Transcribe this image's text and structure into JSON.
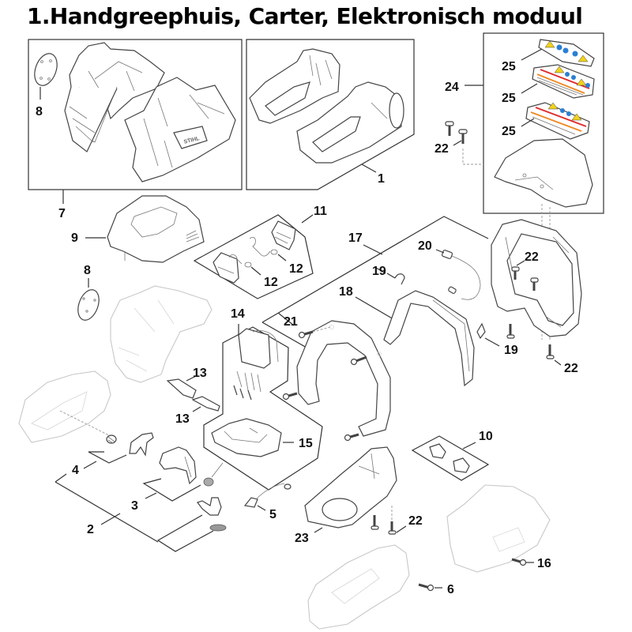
{
  "title": "1.Handgreephuis, Carter, Elektronisch moduul",
  "callouts": {
    "c1": "1",
    "c2": "2",
    "c3": "3",
    "c4": "4",
    "c5": "5",
    "c6": "6",
    "c7": "7",
    "c8a": "8",
    "c8b": "8",
    "c9": "9",
    "c10": "10",
    "c11": "11",
    "c12a": "12",
    "c12b": "12",
    "c13a": "13",
    "c13b": "13",
    "c14": "14",
    "c15": "15",
    "c16": "16",
    "c17": "17",
    "c18": "18",
    "c19a": "19",
    "c19b": "19",
    "c20": "20",
    "c21": "21",
    "c22a": "22",
    "c22b": "22",
    "c22c": "22",
    "c22d": "22",
    "c23": "23",
    "c24": "24",
    "c25a": "25",
    "c25b": "25",
    "c25c": "25"
  },
  "brand_mark": "STIHL",
  "colors": {
    "warning_yellow": "#f2d21b",
    "safety_blue": "#2a7fd4",
    "stripe_red": "#e02b2b",
    "stripe_orange": "#f08a24"
  }
}
